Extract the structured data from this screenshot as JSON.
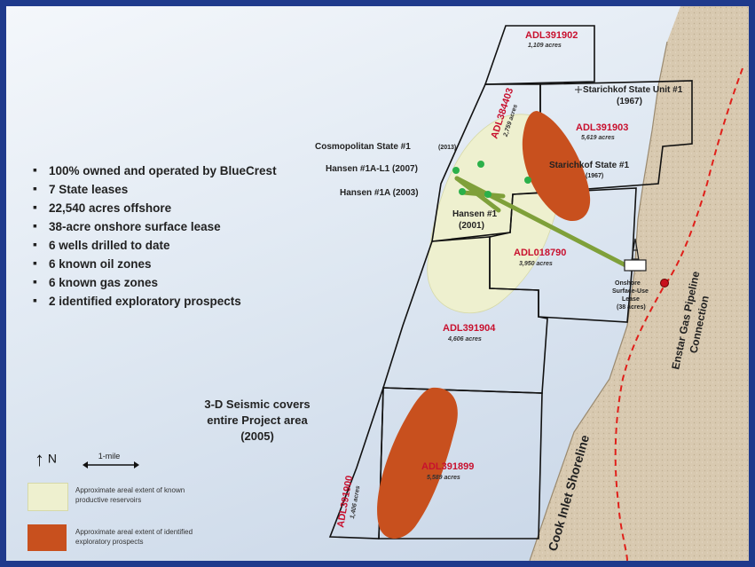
{
  "bullets": [
    "100% owned  and operated by BlueCrest",
    "7 State leases",
    "22,540 acres offshore",
    "38-acre onshore surface lease",
    "6 wells drilled to date",
    "6 known oil zones",
    "6 known gas zones",
    "2 identified exploratory prospects"
  ],
  "seismic_note": "3-D Seismic covers entire Project area (2005)",
  "north_label": "N",
  "scale_label": "1-mile",
  "legend": {
    "productive": "Approximate areal extent of known productive reservoirs",
    "prospects": "Approximate areal extent of identified exploratory prospects"
  },
  "leases": {
    "adl391902": {
      "name": "ADL391902",
      "acres": "1,109 acres"
    },
    "adl384403": {
      "name": "ADL384403",
      "acres": "2,759 acres"
    },
    "adl391903": {
      "name": "ADL391903",
      "acres": "5,619 acres"
    },
    "adl018790": {
      "name": "ADL018790",
      "acres": "3,950 acres"
    },
    "adl391904": {
      "name": "ADL391904",
      "acres": "4,606 acres"
    },
    "adl391900": {
      "name": "ADL391900",
      "acres": "1,406 acres"
    },
    "adl391899": {
      "name": "ADL391899",
      "acres": "5,589 acres"
    }
  },
  "wells": {
    "starichkof_unit": "Starichkof State Unit #1",
    "starichkof_unit_year": "(1967)",
    "starichkof_state": "Starichkof State #1",
    "starichkof_state_year": "(1967)",
    "cosmopolitan": "Cosmopolitan State #1",
    "cosmopolitan_year": "(2013)",
    "hansen_a_l1": "Hansen #1A-L1 (2007)",
    "hansen_a": "Hansen #1A (2003)",
    "hansen_1": "Hansen #1",
    "hansen_1_year": "(2001)"
  },
  "onshore": {
    "line1": "Onshore",
    "line2": "Surface-Use",
    "line3": "Lease",
    "line4": "(38 acres)"
  },
  "shoreline_label": "Cook Inlet Shoreline",
  "pipeline_label_1": "Enstar Gas Pipeline",
  "pipeline_label_2": "Connection",
  "colors": {
    "border": "#1f3a8c",
    "lease_label": "#c8102e",
    "productive_fill": "#eef0cf",
    "prospect_fill": "#c8501e",
    "well": "#2bb04a",
    "land": "#d9cbb5",
    "pipeline": "#e0201a"
  }
}
